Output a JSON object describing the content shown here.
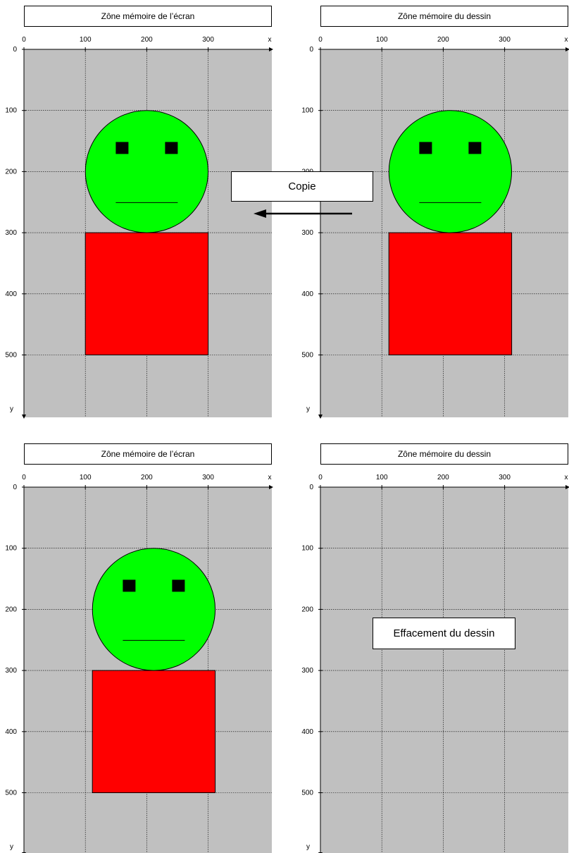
{
  "panels": [
    {
      "title": "Zône mémoire de l’écran",
      "drawing": true
    },
    {
      "title": "Zône mémoire du dessin",
      "drawing": true
    },
    {
      "title": "Zône mémoire de l’écran",
      "drawing": true
    },
    {
      "title": "Zône mémoire du dessin",
      "drawing": false
    }
  ],
  "axes": {
    "x_ticks": [
      "0",
      "100",
      "200",
      "300"
    ],
    "x_label": "x",
    "y_ticks": [
      "0",
      "100",
      "200",
      "300",
      "400",
      "500"
    ],
    "y_label": "y"
  },
  "labels": {
    "copy": "Copie",
    "erase": "Effacement du dessin"
  },
  "colors": {
    "background": "#c0c0c0",
    "head": "#00ff00",
    "body": "#ff0000",
    "eyes": "#000000"
  },
  "figure": {
    "head_center_x": 200,
    "head_center_y": 200,
    "head_radius": 100,
    "body_x_range": [
      100,
      300
    ],
    "body_y_range": [
      300,
      500
    ]
  }
}
